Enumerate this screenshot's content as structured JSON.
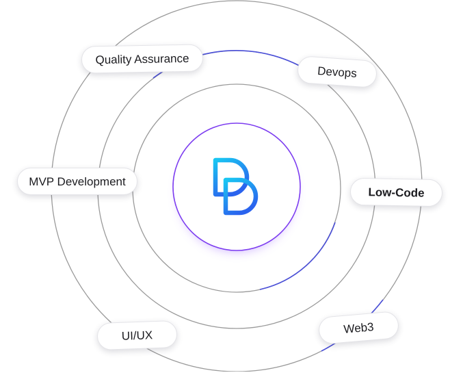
{
  "diagram": {
    "center_logo_icon": "letter-d-logo-icon",
    "services": [
      {
        "key": "qa",
        "label": "Quality Assurance"
      },
      {
        "key": "devops",
        "label": "Devops"
      },
      {
        "key": "mvp",
        "label": "MVP Development"
      },
      {
        "key": "lowcode",
        "label": "Low-Code"
      },
      {
        "key": "uiux",
        "label": "UI/UX"
      },
      {
        "key": "web3",
        "label": "Web3"
      }
    ]
  },
  "colors": {
    "ring_gray": "#9a9a9a",
    "ring_blue": "#4a4fd8",
    "logo_cyan": "#19c6f2",
    "logo_blue": "#2a63ee",
    "center_purple": "#7c3cf0",
    "glow_purple": "#b48cff"
  }
}
